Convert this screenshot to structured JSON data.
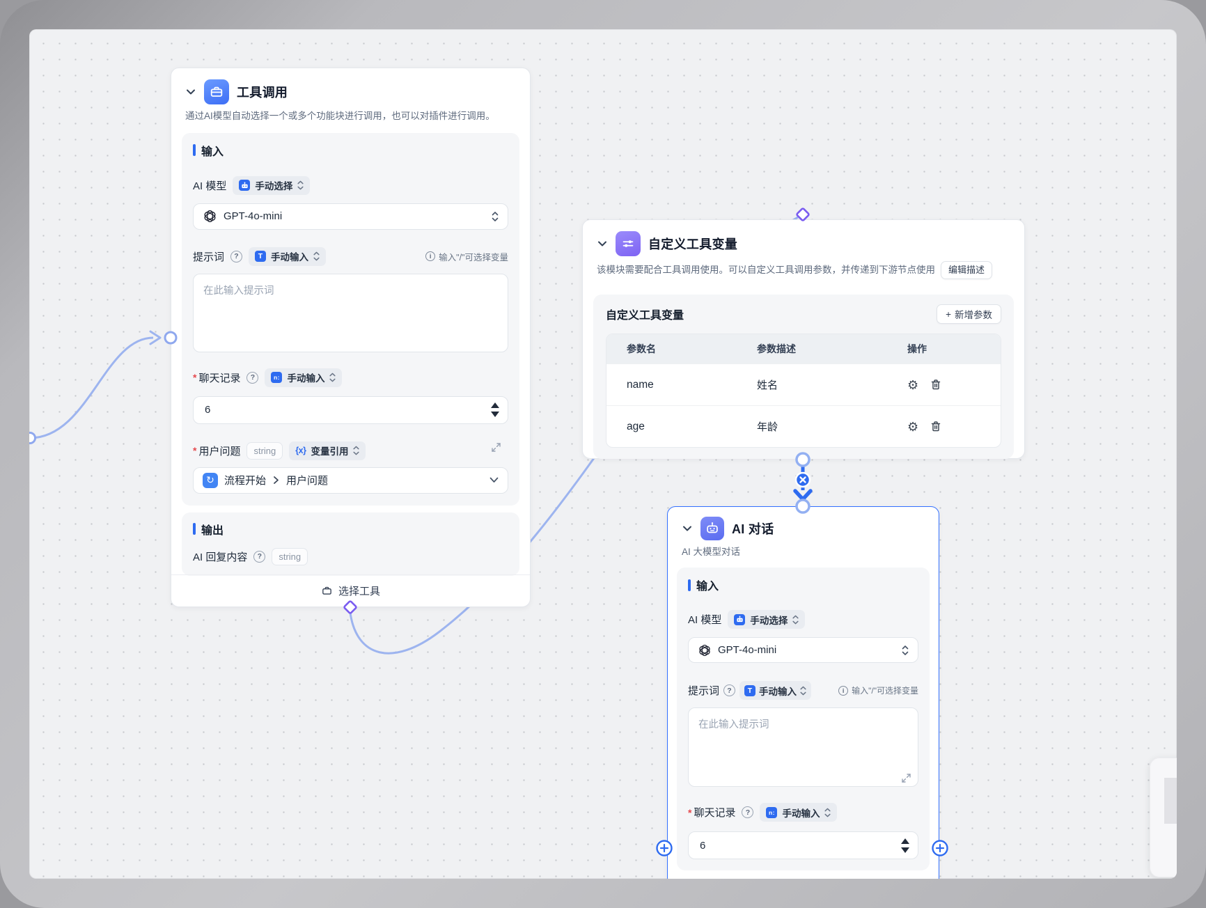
{
  "node_tool_call": {
    "title": "工具调用",
    "description": "通过AI模型自动选择一个或多个功能块进行调用，也可以对插件进行调用。",
    "input_section": "输入",
    "output_section": "输出",
    "fields": {
      "ai_model": {
        "label": "AI 模型",
        "mode": "手动选择",
        "value": "GPT-4o-mini"
      },
      "prompt": {
        "label": "提示词",
        "mode": "手动输入",
        "hint": "输入\"/\"可选择变量",
        "placeholder": "在此输入提示词"
      },
      "chat_history": {
        "label": "聊天记录",
        "mode": "手动输入",
        "value": "6"
      },
      "user_question": {
        "label": "用户问题",
        "type": "string",
        "mode": "变量引用",
        "source": "流程开始",
        "field": "用户问题"
      }
    },
    "output": {
      "label": "AI 回复内容",
      "type": "string"
    },
    "footer_button": "选择工具"
  },
  "node_custom_vars": {
    "title": "自定义工具变量",
    "description": "该模块需要配合工具调用使用。可以自定义工具调用参数，并传递到下游节点使用",
    "edit_button": "编辑描述",
    "panel_title": "自定义工具变量",
    "add_button": "新增参数",
    "add_plus": "+",
    "table": {
      "headers": [
        "参数名",
        "参数描述",
        "操作"
      ],
      "rows": [
        {
          "name": "name",
          "desc": "姓名"
        },
        {
          "name": "age",
          "desc": "年龄"
        }
      ]
    }
  },
  "node_ai_chat": {
    "title": "AI 对话",
    "subtitle": "AI 大模型对话",
    "input_section": "输入",
    "fields": {
      "ai_model": {
        "label": "AI 模型",
        "mode": "手动选择",
        "value": "GPT-4o-mini"
      },
      "prompt": {
        "label": "提示词",
        "mode": "手动输入",
        "hint": "输入\"/\"可选择变量",
        "placeholder": "在此输入提示词"
      },
      "chat_history": {
        "label": "聊天记录",
        "mode": "手动输入",
        "value": "6"
      }
    }
  },
  "glyphs": {
    "flow_start_icon": "↻",
    "gear_icon": "⚙",
    "t_icon": "T",
    "n_icon": "n:",
    "vx_icon": "{x}",
    "question": "?",
    "info": "i"
  },
  "colors": {
    "accent": "#2e6bf0",
    "selected_border": "#3370ff",
    "edge": "#9db4ef",
    "diamond": "#7a5cf0",
    "required": "#e5484d"
  }
}
